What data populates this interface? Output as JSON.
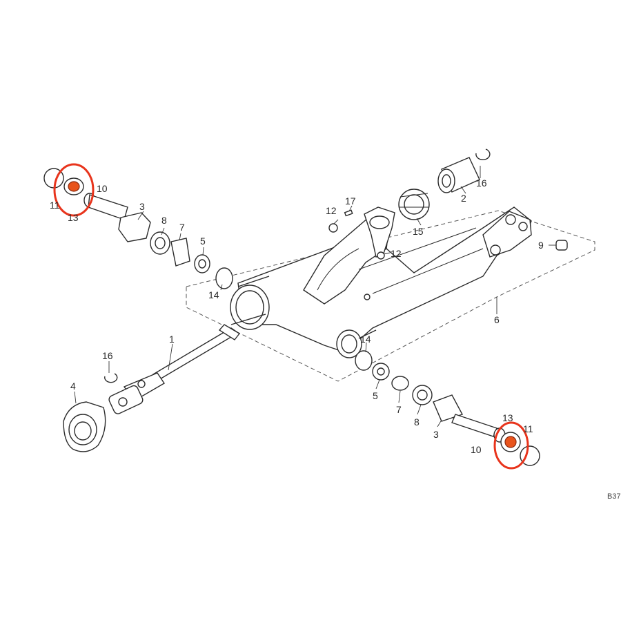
{
  "diagram": {
    "reference_code": "B37",
    "highlight_color": "#e8341c",
    "ink_color": "#2b2b2b",
    "callouts": {
      "p1": "1",
      "p2": "2",
      "p3_left": "3",
      "p3_right": "3",
      "p4": "4",
      "p5_left": "5",
      "p5_right": "5",
      "p6": "6",
      "p7_left": "7",
      "p7_right": "7",
      "p8_left": "8",
      "p8_right": "8",
      "p9": "9",
      "p10_left": "10",
      "p10_right": "10",
      "p11_left": "11",
      "p11_right": "11",
      "p12_top": "12",
      "p12_mid": "12",
      "p13_left": "13",
      "p13_right": "13",
      "p14_left": "14",
      "p14_right": "14",
      "p15": "15",
      "p16_top": "16",
      "p16_bottom": "16",
      "p17": "17"
    },
    "highlighted_parts": [
      "13"
    ]
  }
}
